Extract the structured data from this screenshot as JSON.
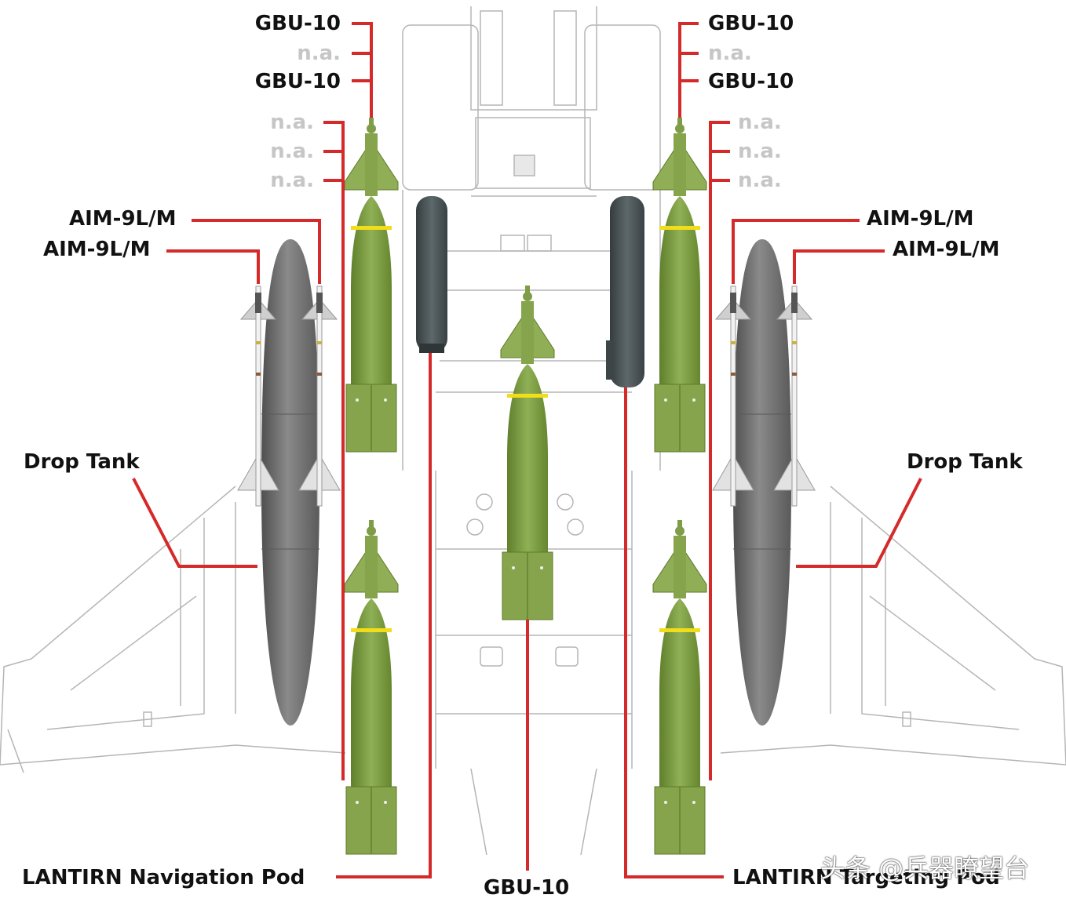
{
  "colors": {
    "leader": "#d42a2a",
    "bomb": "#86a44c",
    "bomb_band": "#f1dd1a",
    "tank": "#7a7a7a",
    "pod": "#4b5457",
    "outline": "#9a9a9a"
  },
  "labels": {
    "top_left": [
      "GBU-10",
      "n.a.",
      "GBU-10"
    ],
    "top_right": [
      "GBU-10",
      "n.a.",
      "GBU-10"
    ],
    "inner_left": [
      "n.a.",
      "n.a.",
      "n.a."
    ],
    "inner_right": [
      "n.a.",
      "n.a.",
      "n.a."
    ],
    "aim_left": [
      "AIM-9L/M",
      "AIM-9L/M"
    ],
    "aim_right": [
      "AIM-9L/M",
      "AIM-9L/M"
    ],
    "drop_tank_left": "Drop Tank",
    "drop_tank_right": "Drop Tank",
    "nav_pod": "LANTIRN Navigation Pod",
    "center_bomb": "GBU-10",
    "targeting_pod": "LANTIRN Targeting Pod"
  },
  "watermark": "头条 @兵器瞭望台"
}
